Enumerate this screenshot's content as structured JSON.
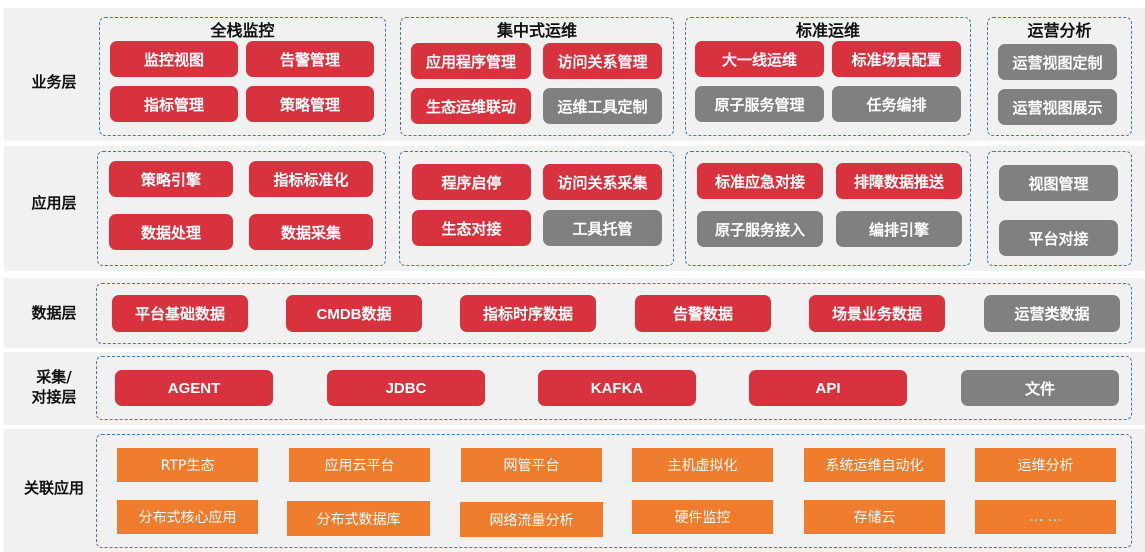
{
  "layers": {
    "business": "业务层",
    "application": "应用层",
    "data": "数据层",
    "collect_line1": "采集/",
    "collect_line2": "对接层",
    "related": "关联应用"
  },
  "groups": {
    "full_stack": "全栈监控",
    "centralized": "集中式运维",
    "standard": "标准运维",
    "operations": "运营分析"
  },
  "business": {
    "full_stack": [
      "监控视图",
      "告警管理",
      "指标管理",
      "策略管理"
    ],
    "centralized": [
      "应用程序管理",
      "访问关系管理",
      "生态运维联动",
      "运维工具定制"
    ],
    "standard": [
      "大一线运维",
      "标准场景配置",
      "原子服务管理",
      "任务编排"
    ],
    "operations": [
      "运营视图定制",
      "运营视图展示"
    ]
  },
  "application": {
    "full_stack": [
      "策略引擎",
      "指标标准化",
      "数据处理",
      "数据采集"
    ],
    "centralized": [
      "程序启停",
      "访问关系采集",
      "生态对接",
      "工具托管"
    ],
    "standard": [
      "标准应急对接",
      "排障数据推送",
      "原子服务接入",
      "编排引擎"
    ],
    "operations": [
      "视图管理",
      "平台对接"
    ]
  },
  "data_items": [
    "平台基础数据",
    "CMDB数据",
    "指标时序数据",
    "告警数据",
    "场景业务数据",
    "运营类数据"
  ],
  "collect_items": [
    "AGENT",
    "JDBC",
    "KAFKA",
    "API",
    "文件"
  ],
  "related_items": [
    "RTP生态",
    "应用云平台",
    "网管平台",
    "主机虚拟化",
    "系统运维自动化",
    "运维分析",
    "分布式核心应用",
    "分布式数据库",
    "网络流量分析",
    "硬件监控",
    "存储云",
    "… …"
  ],
  "colors": {
    "red": "#d9323f",
    "gray": "#808080",
    "orange": "#f07d2d",
    "band": "#f1f1f1",
    "dash": "#4a78b5"
  }
}
